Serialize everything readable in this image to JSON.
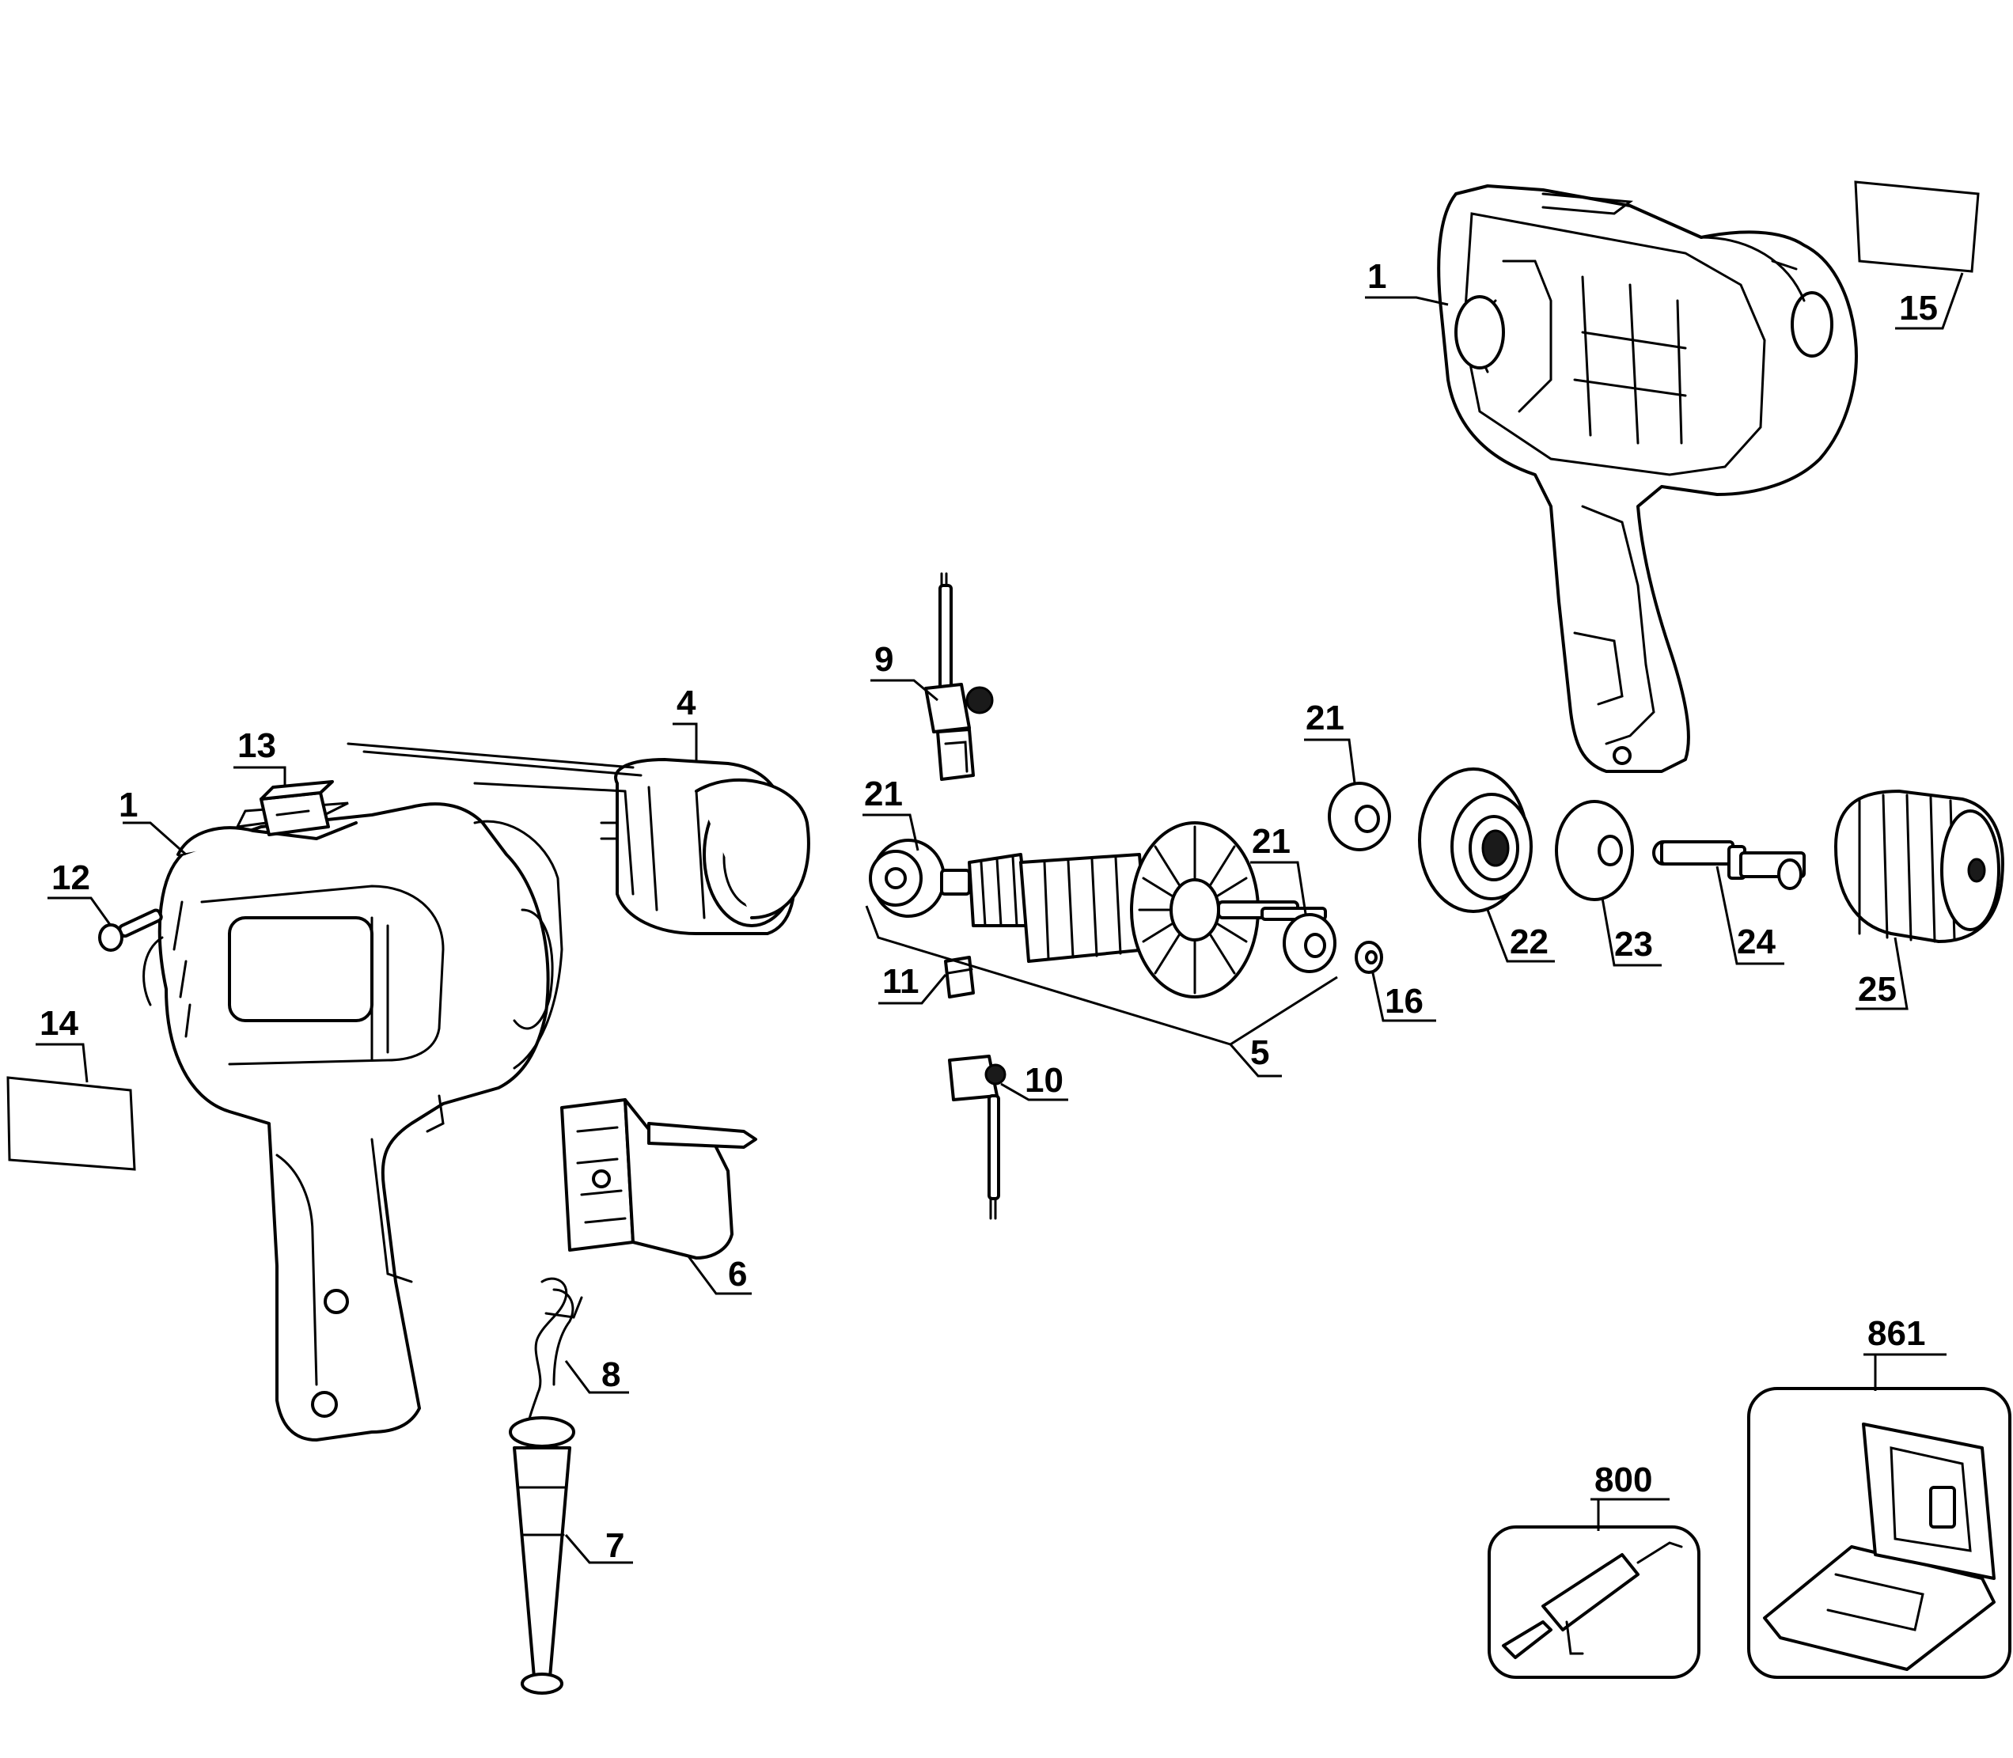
{
  "labels": {
    "housing_left": "1",
    "housing_right": "1",
    "field": "4",
    "armature_assembly": "5",
    "switch": "6",
    "cord": "7",
    "cord_protector": "8",
    "brush_holder_upper": "9",
    "brush_holder_lower": "10",
    "brush": "11",
    "screw": "12",
    "button": "13",
    "nameplate_left": "14",
    "nameplate_right": "15",
    "washer_small": "16",
    "bearing_a": "21",
    "bearing_b": "21",
    "bearing_c": "21",
    "gear": "22",
    "bearing_d": "23",
    "spindle": "24",
    "chuck": "25",
    "accessory_tool": "800",
    "kit_box": "861"
  }
}
